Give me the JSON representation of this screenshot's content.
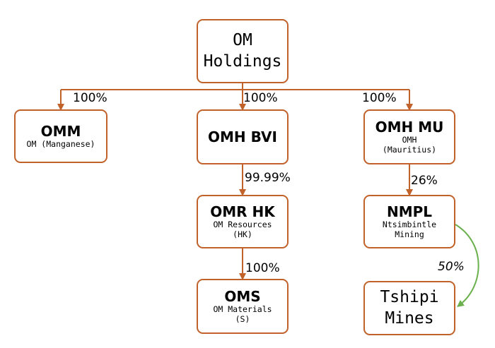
{
  "colors": {
    "connector": "#c0622a",
    "green_connector": "#6ab04c",
    "box_border": "#c0622a"
  },
  "nodes": {
    "om_holdings": {
      "line1": "OM",
      "line2": "Holdings"
    },
    "omm": {
      "title": "OMM",
      "subtitle": "OM (Manganese)"
    },
    "omh_bvi": {
      "title": "OMH BVI"
    },
    "omh_mu": {
      "title": "OMH MU",
      "subtitle1": "OMH",
      "subtitle2": "(Mauritius)"
    },
    "omr_hk": {
      "title": "OMR HK",
      "subtitle1": "OM Resources",
      "subtitle2": "(HK)"
    },
    "nmpl": {
      "title": "NMPL",
      "subtitle1": "Ntsimbintle",
      "subtitle2": "Mining"
    },
    "oms": {
      "title": "OMS",
      "subtitle1": "OM Materials",
      "subtitle2": "(S)"
    },
    "tshipi": {
      "line1": "Tshipi",
      "line2": "Mines"
    }
  },
  "edges": {
    "holdings_omm": "100%",
    "holdings_bvi": "100%",
    "holdings_mu": "100%",
    "bvi_omrhk": "99.99%",
    "mu_nmpl": "26%",
    "omrhk_oms": "100%",
    "nmpl_tshipi": "50%"
  }
}
